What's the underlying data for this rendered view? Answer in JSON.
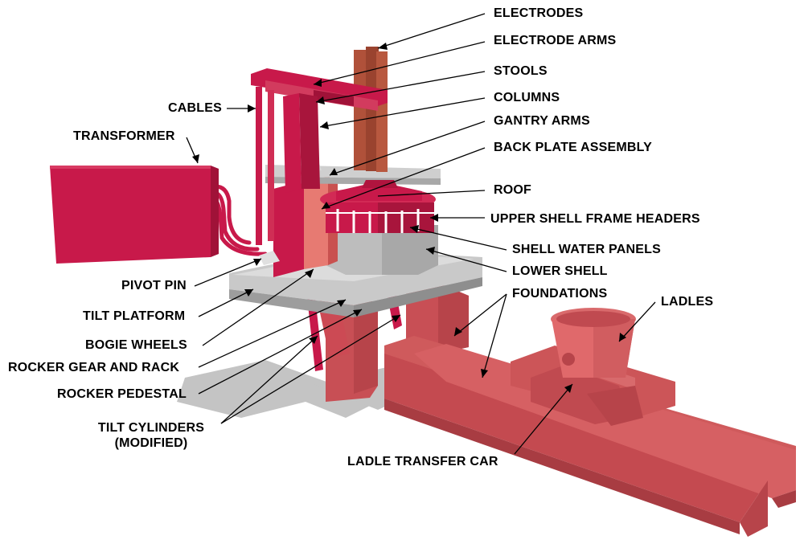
{
  "labels": {
    "electrodes": "ELECTRODES",
    "electrode_arms": "ELECTRODE ARMS",
    "stools": "STOOLS",
    "columns": "COLUMNS",
    "gantry_arms": "GANTRY ARMS",
    "back_plate_assembly": "BACK PLATE ASSEMBLY",
    "roof": "ROOF",
    "upper_shell_frame_headers": "UPPER SHELL FRAME HEADERS",
    "shell_water_panels": "SHELL WATER PANELS",
    "lower_shell": "LOWER SHELL",
    "foundations": "FOUNDATIONS",
    "ladles": "LADLES",
    "cables": "CABLES",
    "transformer": "TRANSFORMER",
    "pivot_pin": "PIVOT PIN",
    "tilt_platform": "TILT PLATFORM",
    "bogie_wheels": "BOGIE WHEELS",
    "rocker_gear_and_rack": "ROCKER GEAR AND RACK",
    "rocker_pedestal": "ROCKER PEDESTAL",
    "tilt_cylinders_line1": "TILT CYLINDERS",
    "tilt_cylinders_line2": "(MODIFIED)",
    "ladle_transfer_car": "LADLE TRANSFER CAR"
  },
  "colors": {
    "structure_red": "#c8194a",
    "brick_red": "#cd4f55",
    "light_red": "#e36a6c",
    "steel_gray": "#b9b9b9",
    "shadow_gray": "#bdbdbd",
    "electrode_brown": "#a8492f"
  }
}
